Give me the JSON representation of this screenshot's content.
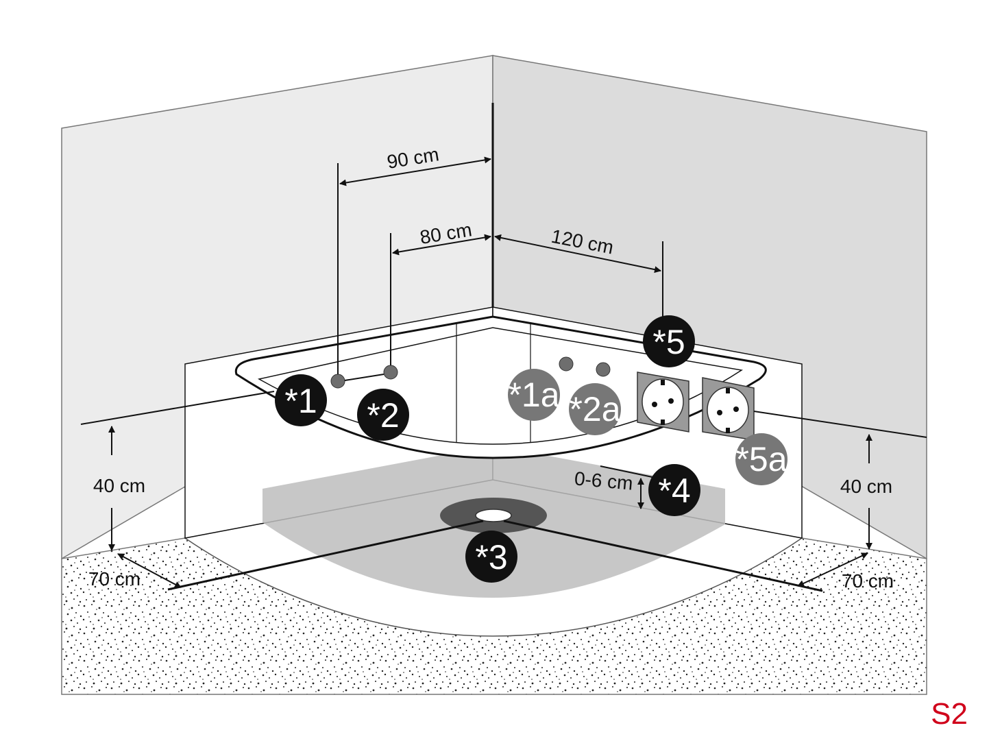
{
  "dimensions": {
    "d90": "90 cm",
    "d80": "80 cm",
    "d120": "120 cm",
    "h40_left": "40 cm",
    "h40_right": "40 cm",
    "d70_left": "70 cm",
    "d70_right": "70 cm",
    "gap": "0-6 cm"
  },
  "markers": {
    "m1": "*1",
    "m2": "*2",
    "m3": "*3",
    "m4": "*4",
    "m5": "*5",
    "m1a": "*1a",
    "m2a": "*2a",
    "m5a": "*5a"
  },
  "page_label": "S2",
  "colors": {
    "wall_left": "#ececec",
    "wall_right": "#dcdcdc",
    "marker_dark": "#111111",
    "marker_grey": "#777777",
    "label_red": "#d0021b"
  }
}
